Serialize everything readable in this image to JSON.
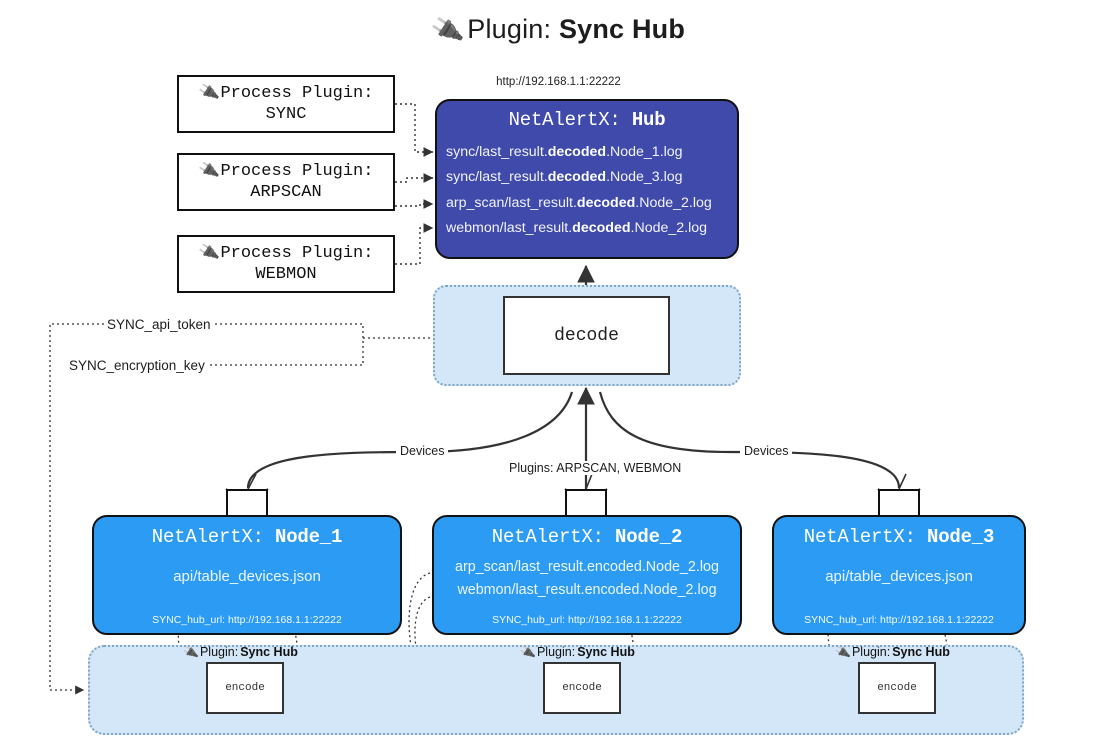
{
  "title": {
    "icon": "plug-icon",
    "glyph": "🔌",
    "lead": "Plugin: ",
    "strong": "Sync Hub"
  },
  "hub": {
    "url": "http://192.168.1.1:22222",
    "label_lead": "NetAlertX: ",
    "label_strong": "Hub",
    "lines": [
      {
        "pre": "sync/last_result.",
        "mid": "decoded",
        "post": ".Node_1.log"
      },
      {
        "pre": "sync/last_result.",
        "mid": "decoded",
        "post": ".Node_3.log"
      },
      {
        "pre": "arp_scan/last_result.",
        "mid": "decoded",
        "post": ".Node_2.log"
      },
      {
        "pre": "webmon/last_result.",
        "mid": "decoded",
        "post": ".Node_2.log"
      }
    ]
  },
  "process_plugins": [
    {
      "title": "Process Plugin:",
      "name": "SYNC"
    },
    {
      "title": "Process Plugin:",
      "name": "ARPSCAN"
    },
    {
      "title": "Process Plugin:",
      "name": "WEBMON"
    }
  ],
  "decode": {
    "label": "decode"
  },
  "keys": {
    "api_token": "SYNC_api_token",
    "encryption_key": "SYNC_encryption_key"
  },
  "edge_labels": {
    "devices_left": "Devices",
    "devices_right": "Devices",
    "plugins_center": "Plugins: ARPSCAN, WEBMON"
  },
  "nodes": [
    {
      "label_lead": "NetAlertX: ",
      "label_strong": "Node_1",
      "lines": [
        "api/table_devices.json"
      ],
      "url": "SYNC_hub_url: http://192.168.1.1:22222"
    },
    {
      "label_lead": "NetAlertX: ",
      "label_strong": "Node_2",
      "lines": [
        "arp_scan/last_result.encoded.Node_2.log",
        "webmon/last_result.encoded.Node_2.log"
      ],
      "url": "SYNC_hub_url: http://192.168.1.1:22222"
    },
    {
      "label_lead": "NetAlertX: ",
      "label_strong": "Node_3",
      "lines": [
        "api/table_devices.json"
      ],
      "url": "SYNC_hub_url: http://192.168.1.1:22222"
    }
  ],
  "encoders": [
    {
      "plugin_lead": "Plugin: ",
      "plugin_strong": "Sync Hub",
      "box_label": "encode"
    },
    {
      "plugin_lead": "Plugin: ",
      "plugin_strong": "Sync Hub",
      "box_label": "encode"
    },
    {
      "plugin_lead": "Plugin: ",
      "plugin_strong": "Sync Hub",
      "box_label": "encode"
    }
  ],
  "colors": {
    "hub": "#3f4aab",
    "node": "#2b9bf4",
    "container": "#d4e7f9",
    "container_border": "#7fa6c4",
    "stroke": "#111111"
  }
}
